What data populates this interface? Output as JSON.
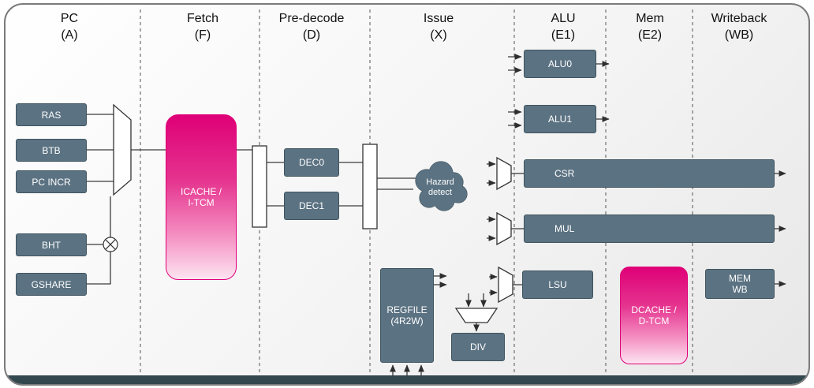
{
  "stages": [
    {
      "name": "PC",
      "tag": "(A)"
    },
    {
      "name": "Fetch",
      "tag": "(F)"
    },
    {
      "name": "Pre-decode",
      "tag": "(D)"
    },
    {
      "name": "Issue",
      "tag": "(X)"
    },
    {
      "name": "ALU",
      "tag": "(E1)"
    },
    {
      "name": "Mem",
      "tag": "(E2)"
    },
    {
      "name": "Writeback",
      "tag": "(WB)"
    }
  ],
  "blocks": {
    "ras": "RAS",
    "btb": "BTB",
    "pc_incr": "PC INCR",
    "bht": "BHT",
    "gshare": "GSHARE",
    "icache": "ICACHE /\nI-TCM",
    "dec0": "DEC0",
    "dec1": "DEC1",
    "hazard": "Hazard\ndetect",
    "regfile": "REGFILE\n(4R2W)",
    "div": "DIV",
    "alu0": "ALU0",
    "alu1": "ALU1",
    "csr": "CSR",
    "mul": "MUL",
    "lsu": "LSU",
    "dcache": "DCACHE /\nD-TCM",
    "memwb": "MEM\nWB"
  },
  "colors": {
    "block_fill": "#5b7282",
    "block_border": "#3f545f",
    "accent_pink": "#df0077",
    "footer_bar": "#33474f",
    "wire": "#3c3c3c"
  }
}
